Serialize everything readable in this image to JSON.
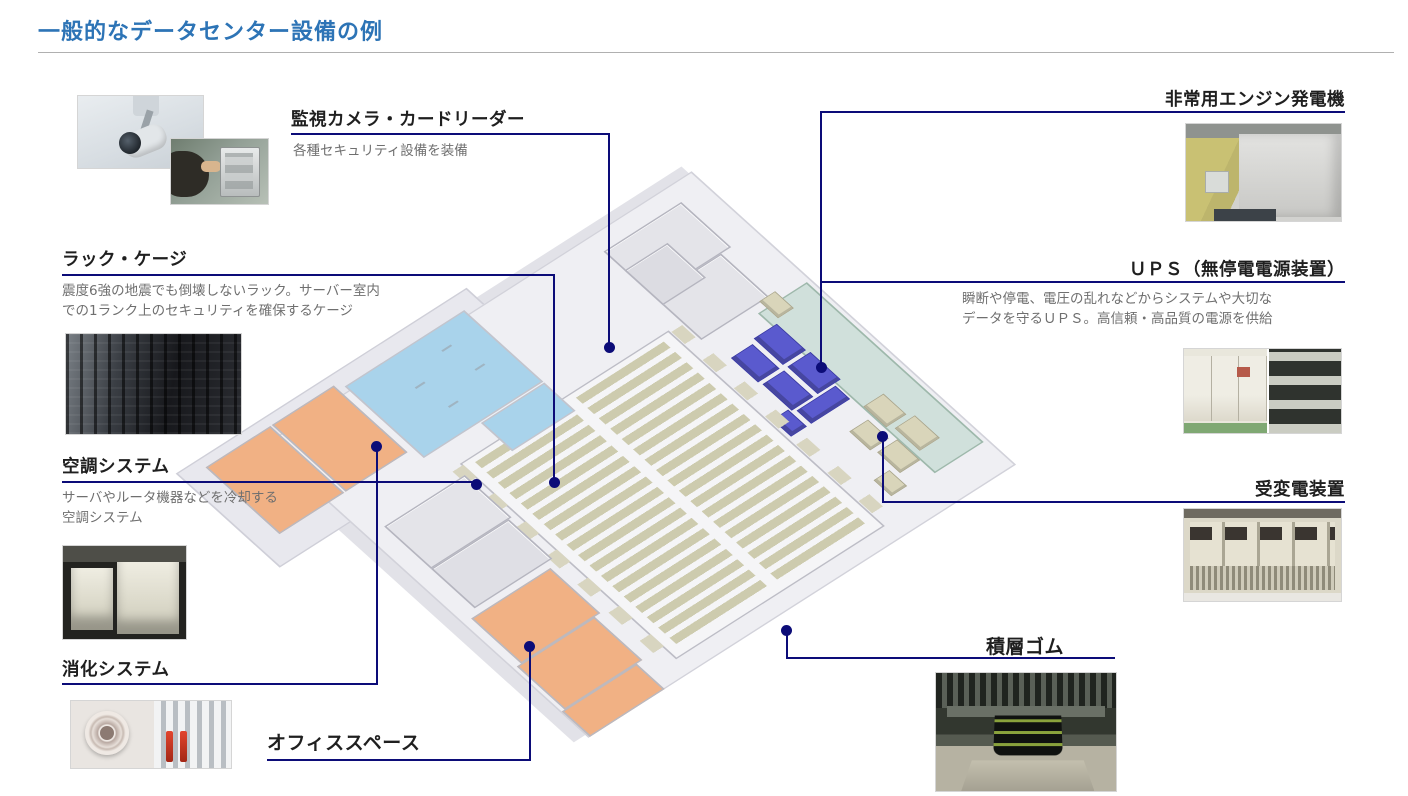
{
  "title": "一般的なデータセンター設備の例",
  "callouts": {
    "camera": {
      "title": "監視カメラ・カードリーダー",
      "desc": "各種セキュリティ設備を装備"
    },
    "generator": {
      "title": "非常用エンジン発電機"
    },
    "rack": {
      "title": "ラック・ケージ",
      "desc": "震度6強の地震でも倒壊しないラック。サーバー室内\nでの1ランク上のセキュリティを確保するケージ"
    },
    "ups": {
      "title": "ＵＰＳ（無停電電源装置）",
      "desc": "瞬断や停電、電圧の乱れなどからシステムや大切な\nデータを守るＵＰＳ。高信頼・高品質の電源を供給"
    },
    "aircon": {
      "title": "空調システム",
      "desc": "サーバやルータ機器などを冷却する\n空調システム"
    },
    "power": {
      "title": "受変電装置"
    },
    "fire": {
      "title": "消化システム"
    },
    "rubber": {
      "title": "積層ゴム"
    },
    "office": {
      "title": "オフィススペース"
    }
  },
  "photos": {
    "camera": "surveillance-camera-photo",
    "cardreader": "card-reader-photo",
    "rack": "server-rack-photo",
    "aircon": "air-conditioner-photo",
    "fire": "fire-suppression-photo",
    "generator": "emergency-generator-photo",
    "ups": "ups-battery-photo",
    "power": "switchgear-photo",
    "rubber": "laminated-rubber-photo"
  },
  "colors": {
    "accent_navy": "#0c0c78",
    "title_blue": "#2d74b6",
    "label_dark": "#1f1f1f",
    "desc_gray": "#6f6f6f",
    "floor_orange": "#f1b184",
    "pool_blue": "#a9d3eb",
    "ups_purple": "#5a5ace",
    "rack_beige": "#cdcbae"
  }
}
